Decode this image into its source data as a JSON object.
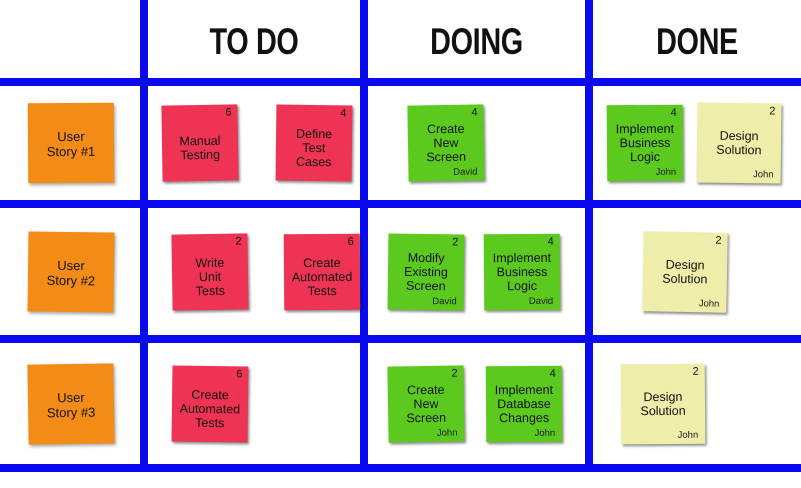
{
  "board": {
    "grid_line_color": "#0a0af0",
    "background": "#ffffff",
    "columns": [
      {
        "key": "stories",
        "label": ""
      },
      {
        "key": "todo",
        "label": "TO DO"
      },
      {
        "key": "doing",
        "label": "DOING"
      },
      {
        "key": "done",
        "label": "DONE"
      }
    ],
    "card_colors": {
      "story": "#f28c17",
      "todo": "#ee3355",
      "doing": "#5cc91e",
      "done_green": "#5cc91e",
      "done_yellow": "#eeedaa"
    },
    "rows": [
      {
        "story": {
          "label": "User\nStory #1",
          "color": "#f28c17"
        },
        "todo": [
          {
            "title": "Manual\nTesting",
            "points": "6",
            "owner": "",
            "color": "#ee3355"
          },
          {
            "title": "Define\nTest\nCases",
            "points": "4",
            "owner": "",
            "color": "#ee3355"
          }
        ],
        "doing": [
          {
            "title": "Create\nNew\nScreen",
            "points": "4",
            "owner": "David",
            "color": "#5cc91e"
          }
        ],
        "done": [
          {
            "title": "Implement\nBusiness\nLogic",
            "points": "4",
            "owner": "John",
            "color": "#5cc91e"
          },
          {
            "title": "Design\nSolution",
            "points": "2",
            "owner": "John",
            "color": "#eeedaa"
          }
        ]
      },
      {
        "story": {
          "label": "User\nStory #2",
          "color": "#f28c17"
        },
        "todo": [
          {
            "title": "Write\nUnit\nTests",
            "points": "2",
            "owner": "",
            "color": "#ee3355"
          },
          {
            "title": "Create\nAutomated\nTests",
            "points": "6",
            "owner": "",
            "color": "#ee3355"
          }
        ],
        "doing": [
          {
            "title": "Modify\nExisting\nScreen",
            "points": "2",
            "owner": "David",
            "color": "#5cc91e"
          },
          {
            "title": "Implement\nBusiness\nLogic",
            "points": "4",
            "owner": "David",
            "color": "#5cc91e"
          }
        ],
        "done": [
          {
            "title": "Design\nSolution",
            "points": "2",
            "owner": "John",
            "color": "#eeedaa"
          }
        ]
      },
      {
        "story": {
          "label": "User\nStory #3",
          "color": "#f28c17"
        },
        "todo": [
          {
            "title": "Create\nAutomated\nTests",
            "points": "6",
            "owner": "",
            "color": "#ee3355"
          }
        ],
        "doing": [
          {
            "title": "Create\nNew\nScreen",
            "points": "2",
            "owner": "John",
            "color": "#5cc91e"
          },
          {
            "title": "Implement\nDatabase\nChanges",
            "points": "4",
            "owner": "John",
            "color": "#5cc91e"
          }
        ],
        "done": [
          {
            "title": "Design\nSolution",
            "points": "2",
            "owner": "John",
            "color": "#eeedaa"
          }
        ]
      }
    ]
  }
}
